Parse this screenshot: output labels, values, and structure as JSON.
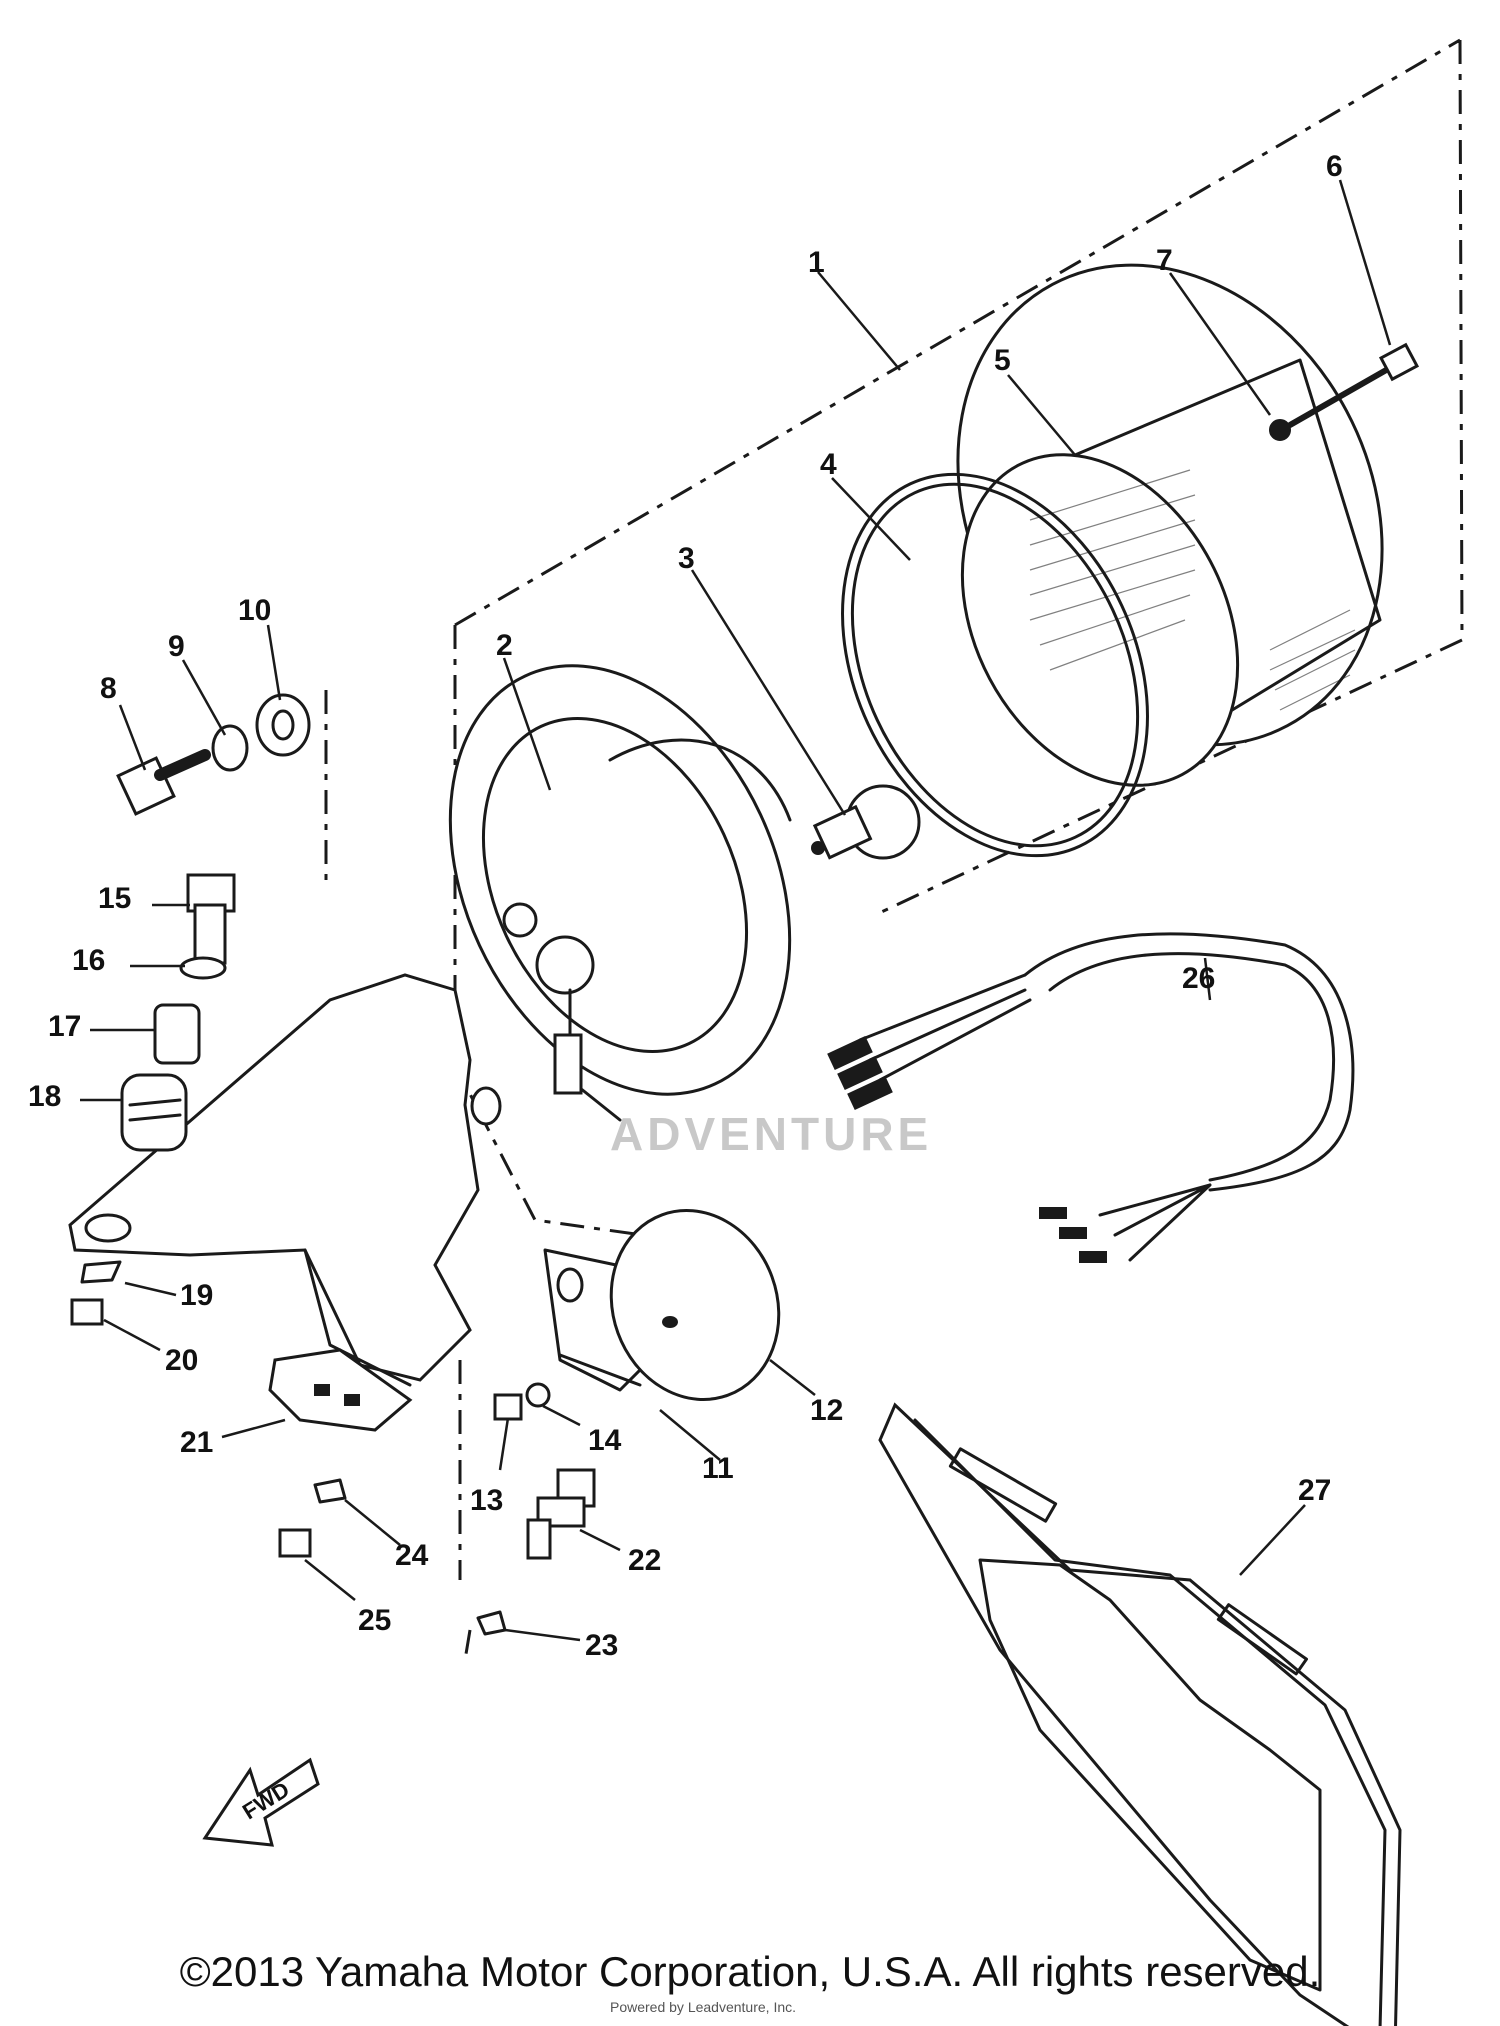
{
  "callouts": [
    "1",
    "2",
    "3",
    "4",
    "5",
    "6",
    "7",
    "8",
    "9",
    "10",
    "11",
    "12",
    "13",
    "14",
    "15",
    "16",
    "17",
    "18",
    "19",
    "20",
    "21",
    "22",
    "23",
    "24",
    "25",
    "26",
    "27"
  ],
  "fwd_arrow_label": "FWD",
  "watermark": "ADVENTURE",
  "credit_text": "Powered by Leadventure, Inc.",
  "copyright": "©2013 Yamaha Motor Corporation, U.S.A. All rights reserved."
}
